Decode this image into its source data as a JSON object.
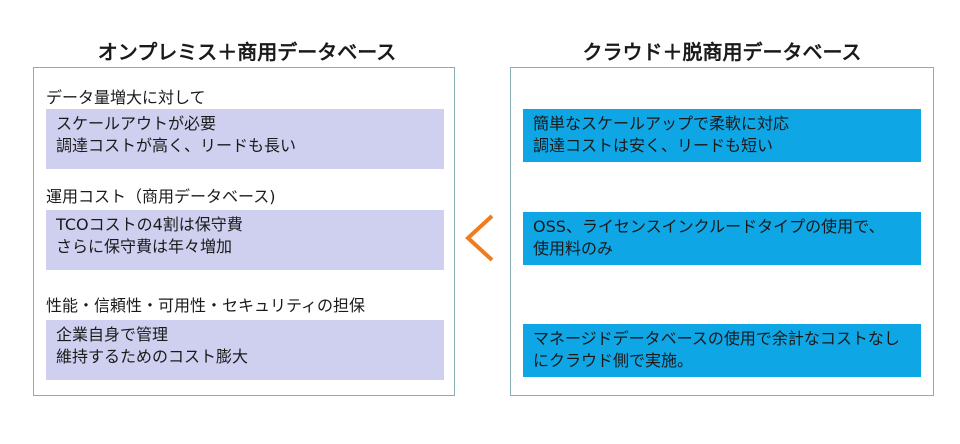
{
  "left": {
    "title": "オンプレミス＋商用データベース",
    "sections": [
      {
        "label": "データ量増大に対して",
        "lines": [
          "スケールアウトが必要",
          "調達コストが高く、リードも長い"
        ]
      },
      {
        "label": "運用コスト（商用データベース)",
        "lines": [
          "TCOコストの4割は保守費",
          "さらに保守費は年々増加"
        ]
      },
      {
        "label": "性能・信頼性・可用性・セキュリティの担保",
        "lines": [
          "企業自身で管理",
          "維持するためのコスト膨大"
        ]
      }
    ]
  },
  "right": {
    "title": "クラウド＋脱商用データベース",
    "boxes": [
      {
        "lines": [
          "簡単なスケールアップで柔軟に対応",
          "調達コストは安く、リードも短い"
        ]
      },
      {
        "lines": [
          "OSS、ライセンスインクルードタイプの使用で、",
          "使用料のみ"
        ]
      },
      {
        "lines": [
          "マネージドデータベースの使用で余計なコストなし",
          "にクラウド側で実施。"
        ]
      }
    ]
  },
  "comparison": {
    "symbol": "<",
    "color": "#f07c1e"
  },
  "colors": {
    "left_box": "#cfd0f0",
    "right_box": "#0fa6e6",
    "panel_border": "#8ab0b6"
  }
}
